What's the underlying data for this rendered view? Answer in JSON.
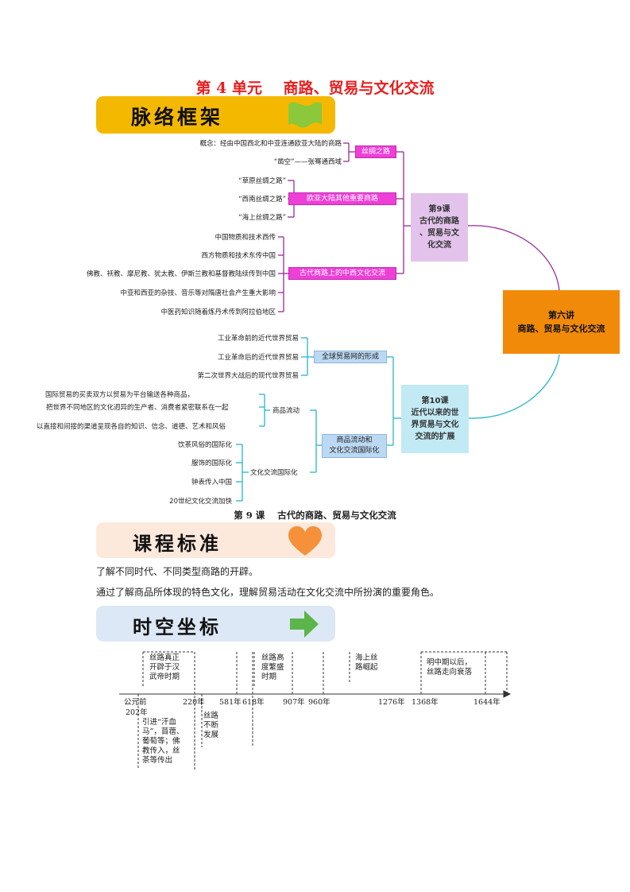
{
  "unit_title": "第 4 单元    商路、贸易与文化交流",
  "banners": {
    "framework": "脉络框架",
    "standards": "课程标准",
    "spacetime": "时空坐标"
  },
  "mindmap": {
    "center": [
      "第六讲",
      "商路、贸易与文化交流"
    ],
    "lesson9": {
      "title": [
        "第9课",
        "古代的商路",
        "、贸易与文",
        "化交流"
      ],
      "branches": [
        {
          "label": "丝绸之路",
          "items": [
            "概念：经由中国西北和中亚连通欧亚大陆的商路",
            "“凿空”——张骞通西域"
          ]
        },
        {
          "label": "欧亚大陆其他重要商路",
          "items": [
            "“草原丝绸之路”",
            "“西南丝绸之路”",
            "“海上丝绸之路”"
          ]
        },
        {
          "label": "古代商路上的中西文化交流",
          "items": [
            "中国物质和技术西传",
            "西方物质和技术东传中国",
            "佛教、袄教、摩尼教、犹太教、伊斯兰教和基督教陆续传到中国",
            "中亚和西亚的杂技、音乐等对隋唐社会产生重大影响",
            "中医药知识随着炼丹术传到阿拉伯地区"
          ]
        }
      ]
    },
    "lesson10": {
      "title": [
        "第10课",
        "近代以来的世",
        "界贸易与文化",
        "交流的扩展"
      ],
      "branches": [
        {
          "label": "全球贸易网的形成",
          "items": [
            "工业革命前的近代世界贸易",
            "工业革命后的近代世界贸易",
            "第二次世界大战后的现代世界贸易"
          ]
        },
        {
          "label": [
            "商品流动和",
            "文化交流国际化"
          ],
          "sub": [
            {
              "label": "商品流动",
              "items": [
                "国际贸易的买卖双方以贸易为平台输送各种商品，",
                "把世界不同地区的文化迥异的生产者、消费者紧密联系在一起",
                "以直接和间接的渠道呈现各自的知识、信念、道德、艺术和风俗"
              ]
            },
            {
              "label": "文化交流国际化",
              "items": [
                "饮茶风俗的国际化",
                "服饰的国际化",
                "钟表传入中国",
                "20世纪文化交流加快"
              ]
            }
          ]
        }
      ]
    }
  },
  "lesson_title": "第 9 课    古代的商路、贸易与文化交流",
  "standards": [
    "了解不同时代、不同类型商路的开辟。",
    "通过了解商品所体现的特色文化，理解贸易活动在文化交流中所扮演的重要角色。"
  ],
  "timeline": {
    "ticks": [
      "公元前",
      "202年",
      "220年",
      "581年",
      "618年",
      "907年",
      "960年",
      "1276年",
      "1368年",
      "1644年"
    ],
    "top_notes": [
      [
        "丝路真正",
        "开辟于汉",
        "武帝时期"
      ],
      [
        "丝路高",
        "度繁盛",
        "时期"
      ],
      [
        "海上丝",
        "路崛起"
      ],
      [
        "明中期以后，",
        "丝路走向衰落"
      ]
    ],
    "bottom_notes": [
      [
        "引进“汗血",
        "马”，苜蓿、",
        "葡萄等；佛",
        "教传入，丝",
        "茶等传出"
      ],
      [
        "丝路",
        "不断",
        "发展"
      ]
    ]
  },
  "colors": {
    "title_red": "#e81e1e",
    "framework_banner": "#f5b800",
    "standards_banner": "#fde9dc",
    "spacetime_banner": "#dce8f5",
    "magenta": "#ee3fd6",
    "lesson9_bg": "#e3c3eb",
    "lesson10_bg": "#c2eaf5",
    "center_bg": "#f28a09",
    "purple_line": "#9b2a9b",
    "cyan_line": "#27b7c9",
    "heart": "#f5913a",
    "arrow": "#5bb54a"
  },
  "icons": [
    "flag-icon",
    "heart-icon",
    "arrow-right-icon"
  ]
}
